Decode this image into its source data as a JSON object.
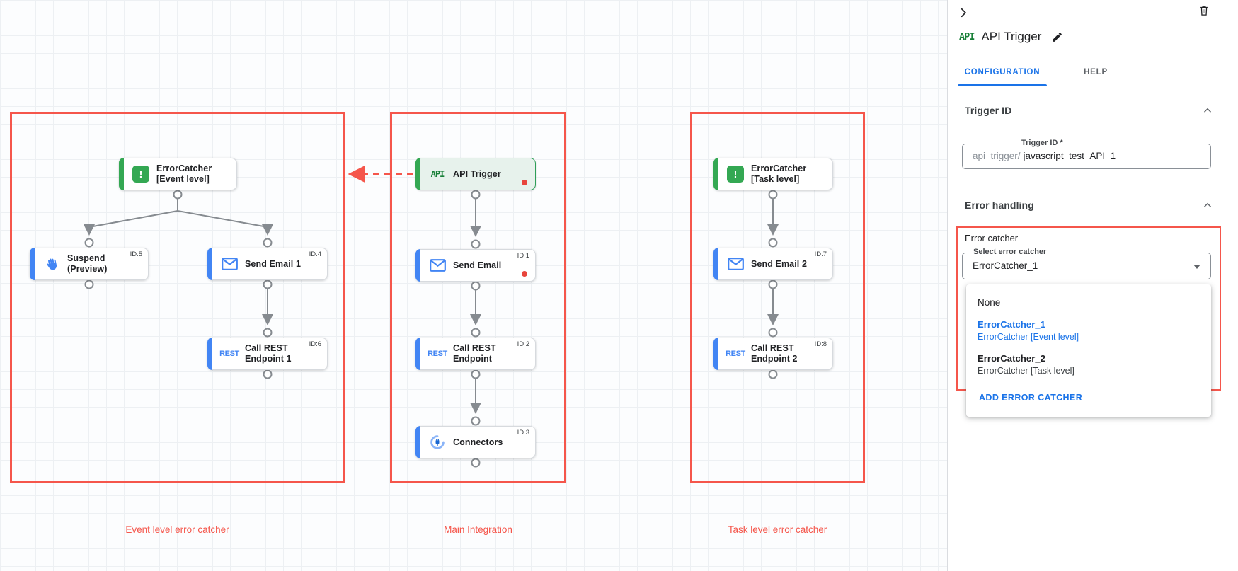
{
  "colors": {
    "red_annotation": "#f5564b",
    "blue_task": "#4285f4",
    "green_trigger": "#34a853",
    "link_blue": "#1a73e8",
    "status_dot_red": "#e8453c"
  },
  "canvas": {
    "icons": {
      "rest_text": "REST",
      "api_text": "API"
    },
    "groups": [
      {
        "label": "Event level error catcher"
      },
      {
        "label": "Main Integration"
      },
      {
        "label": "Task level error catcher"
      }
    ],
    "nodes": {
      "ec_event": {
        "label": "ErrorCatcher\n[Event level]",
        "badge": "",
        "icon": "error-catcher-icon"
      },
      "suspend": {
        "label": "Suspend\n(Preview)",
        "badge": "ID:5",
        "icon": "hand-icon"
      },
      "send1": {
        "label": "Send Email 1",
        "badge": "ID:4",
        "icon": "mail-icon"
      },
      "rest1": {
        "label": "Call REST\nEndpoint 1",
        "badge": "ID:6",
        "icon": "rest-icon"
      },
      "api": {
        "label": "API Trigger",
        "badge": "",
        "icon": "api-icon"
      },
      "send0": {
        "label": "Send Email",
        "badge": "ID:1",
        "icon": "mail-icon"
      },
      "rest0": {
        "label": "Call REST\nEndpoint",
        "badge": "ID:2",
        "icon": "rest-icon"
      },
      "connectors": {
        "label": "Connectors",
        "badge": "ID:3",
        "icon": "connector-icon"
      },
      "ec_task": {
        "label": "ErrorCatcher\n[Task level]",
        "badge": "",
        "icon": "error-catcher-icon"
      },
      "send2": {
        "label": "Send Email 2",
        "badge": "ID:7",
        "icon": "mail-icon"
      },
      "rest2": {
        "label": "Call REST\nEndpoint 2",
        "badge": "ID:8",
        "icon": "rest-icon"
      }
    }
  },
  "panel": {
    "logo_text": "API",
    "title": "API Trigger",
    "tabs": [
      {
        "label": "CONFIGURATION"
      },
      {
        "label": "HELP"
      }
    ],
    "trigger_id": {
      "heading": "Trigger ID",
      "field_label": "Trigger ID *",
      "prefix": "api_trigger/",
      "value": "javascript_test_API_1"
    },
    "error_handling": {
      "heading": "Error handling",
      "group_label": "Error catcher",
      "select_label": "Select error catcher",
      "select_value": "ErrorCatcher_1",
      "menu": {
        "none_label": "None",
        "options": [
          {
            "name": "ErrorCatcher_1",
            "desc": "ErrorCatcher [Event level]"
          },
          {
            "name": "ErrorCatcher_2",
            "desc": "ErrorCatcher [Task level]"
          }
        ],
        "add_label": "ADD ERROR CATCHER"
      }
    }
  }
}
